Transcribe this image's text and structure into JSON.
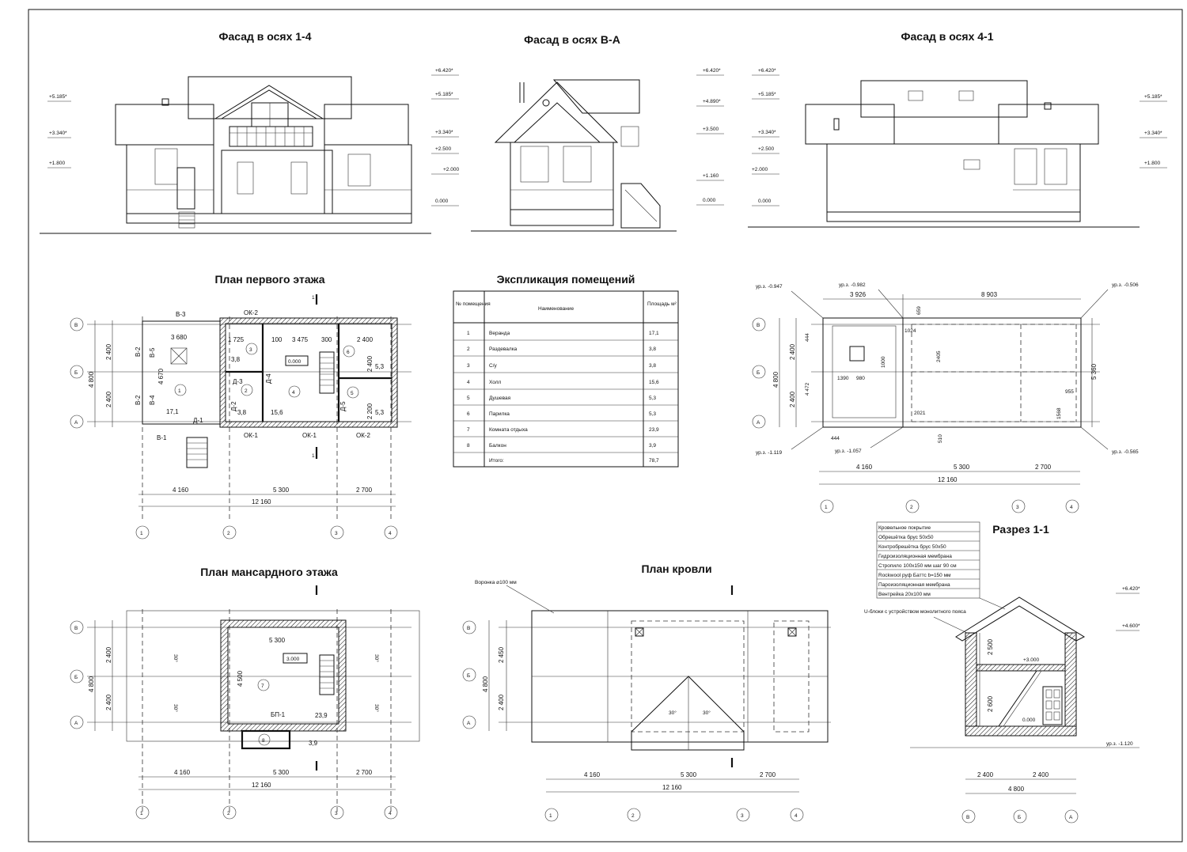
{
  "titles": {
    "facade_1_4": "Фасад в осях 1-4",
    "facade_v_a": "Фасад в осях В-А",
    "facade_4_1": "Фасад в осях 4-1",
    "plan_first": "План первого этажа",
    "explication": "Экспликация помещений",
    "plan_attic": "План мансардного этажа",
    "plan_roof": "План кровли",
    "section_1_1": "Разрез 1-1"
  },
  "facade_1_4": {
    "levels_left": [
      "+5.185*",
      "+3.340*",
      "+1.800"
    ],
    "levels_right": [
      "+6.420*",
      "+5.185*",
      "+3.340*",
      "+2.500",
      "+2.000",
      "0.000"
    ]
  },
  "facade_v_a": {
    "levels": [
      "+6.420*",
      "+4.890*",
      "+3.500",
      "+1.160",
      "0.000"
    ]
  },
  "facade_4_1": {
    "levels_left": [
      "+6.420*",
      "+5.185*",
      "+3.340*",
      "+2.500",
      "+2.000",
      "0.000"
    ],
    "levels_right": [
      "+5.185*",
      "+3.340*",
      "+1.800"
    ]
  },
  "explication": {
    "headers": [
      "№ помещения",
      "Наименование",
      "Площадь м²"
    ],
    "rows": [
      {
        "n": "1",
        "name": "Веранда",
        "area": "17,1"
      },
      {
        "n": "2",
        "name": "Раздевалка",
        "area": "3,8"
      },
      {
        "n": "3",
        "name": "С/у",
        "area": "3,8"
      },
      {
        "n": "4",
        "name": "Холл",
        "area": "15,6"
      },
      {
        "n": "5",
        "name": "Душевая",
        "area": "5,3"
      },
      {
        "n": "6",
        "name": "Парилка",
        "area": "5,3"
      },
      {
        "n": "7",
        "name": "Комната отдыха",
        "area": "23,9"
      },
      {
        "n": "8",
        "name": "Балкон",
        "area": "3,9"
      }
    ],
    "total_label": "Итого:",
    "total_value": "78,7"
  },
  "plan_first": {
    "dims_bottom": [
      "4 160",
      "5 300",
      "2 700"
    ],
    "total": "12 160",
    "axes": [
      "1",
      "2",
      "3",
      "4"
    ],
    "axes_rows": [
      "В",
      "Б",
      "А"
    ],
    "left_dims": [
      "2 400",
      "2 400",
      "4 800"
    ],
    "labels": {
      "v3": "В-3",
      "ok2_top": "ОК-2",
      "v1": "В-1",
      "d1": "Д-1",
      "ok1a": "ОК-1",
      "ok1b": "ОК-1",
      "ok2": "ОК-2",
      "v2a": "В-2",
      "v5": "В-5",
      "v2b": "В-2",
      "v4": "В-4",
      "d3": "Д-3",
      "d2": "Д-2",
      "d4": "Д-4",
      "d5": "Д-5"
    },
    "inner_dims": [
      "3 680",
      "1 725",
      "100",
      "3 475",
      "300",
      "2 400",
      "4 670",
      "2 400",
      "2 200"
    ],
    "room_areas": [
      "17,1",
      "3,8",
      "3,8",
      "15,6",
      "5,3",
      "5,3"
    ],
    "room_nums": [
      "1",
      "2",
      "3",
      "4",
      "5",
      "6"
    ],
    "level": "0.000",
    "section_mark": "1"
  },
  "plan_roof_top": {
    "levels": [
      "ур.з. -0.947",
      "ур.з. -0.982",
      "ур.з. -0.506",
      "ур.з. -1.119",
      "ур.з. -1.057",
      "ур.з. -0.565"
    ],
    "dims_top": [
      "3 926",
      "8 903"
    ],
    "dims_bottom": [
      "4 160",
      "5 300",
      "2 700"
    ],
    "total": "12 160",
    "inner": [
      "1024",
      "1000",
      "1390",
      "980",
      "2405",
      "2021",
      "444",
      "4 472",
      "955",
      "1568",
      "510",
      "444",
      "659",
      "5 360"
    ],
    "left_dims": [
      "2 400",
      "2 400",
      "4 800"
    ],
    "axes": [
      "1",
      "2",
      "3",
      "4"
    ],
    "axes_rows": [
      "В",
      "Б",
      "А"
    ]
  },
  "plan_attic": {
    "dims_bottom": [
      "4 160",
      "5 300",
      "2 700"
    ],
    "total": "12 160",
    "axes": [
      "1",
      "2",
      "3",
      "4"
    ],
    "axes_rows": [
      "В",
      "Б",
      "А"
    ],
    "left_dims": [
      "2 400",
      "2 400",
      "4 800"
    ],
    "inner_width": "5 300",
    "inner_height": "4 500",
    "level": "3.000",
    "room": "7",
    "area": "23,9",
    "balcony_num": "8",
    "balcony_area": "3,9",
    "door": "БП-1",
    "slope": "30°"
  },
  "plan_roof": {
    "funnel": "Воронка ⌀100 мм",
    "dims_bottom": [
      "4 160",
      "5 300",
      "2 700"
    ],
    "total": "12 160",
    "axes": [
      "1",
      "2",
      "3",
      "4"
    ],
    "axes_rows": [
      "В",
      "Б",
      "А"
    ],
    "left_dims": [
      "2 450",
      "2 400",
      "4 800"
    ],
    "slope": "30°"
  },
  "section": {
    "layers": [
      "Кровельное покрытие",
      "Обрешётка брус 50х50",
      "Контробрешётка брус 50х50",
      "Гидроизоляционная мембрана",
      "Стропило 100х150 мм шаг 90 см",
      "Rockwool руф Баттс b=150 мм",
      "Пароизоляционная мембрана",
      "Вентрейка 20х100 мм"
    ],
    "ublock": "U-блоки с устройством монолитного пояса",
    "levels": [
      "+6.420*",
      "+4.600*",
      "+3.000",
      "0.000",
      "ур.з. -1.120"
    ],
    "vert_dims": [
      "2 500",
      "2 600"
    ],
    "dims_bottom": [
      "2 400",
      "2 400"
    ],
    "total": "4 800",
    "axes": [
      "В",
      "Б",
      "А"
    ]
  }
}
